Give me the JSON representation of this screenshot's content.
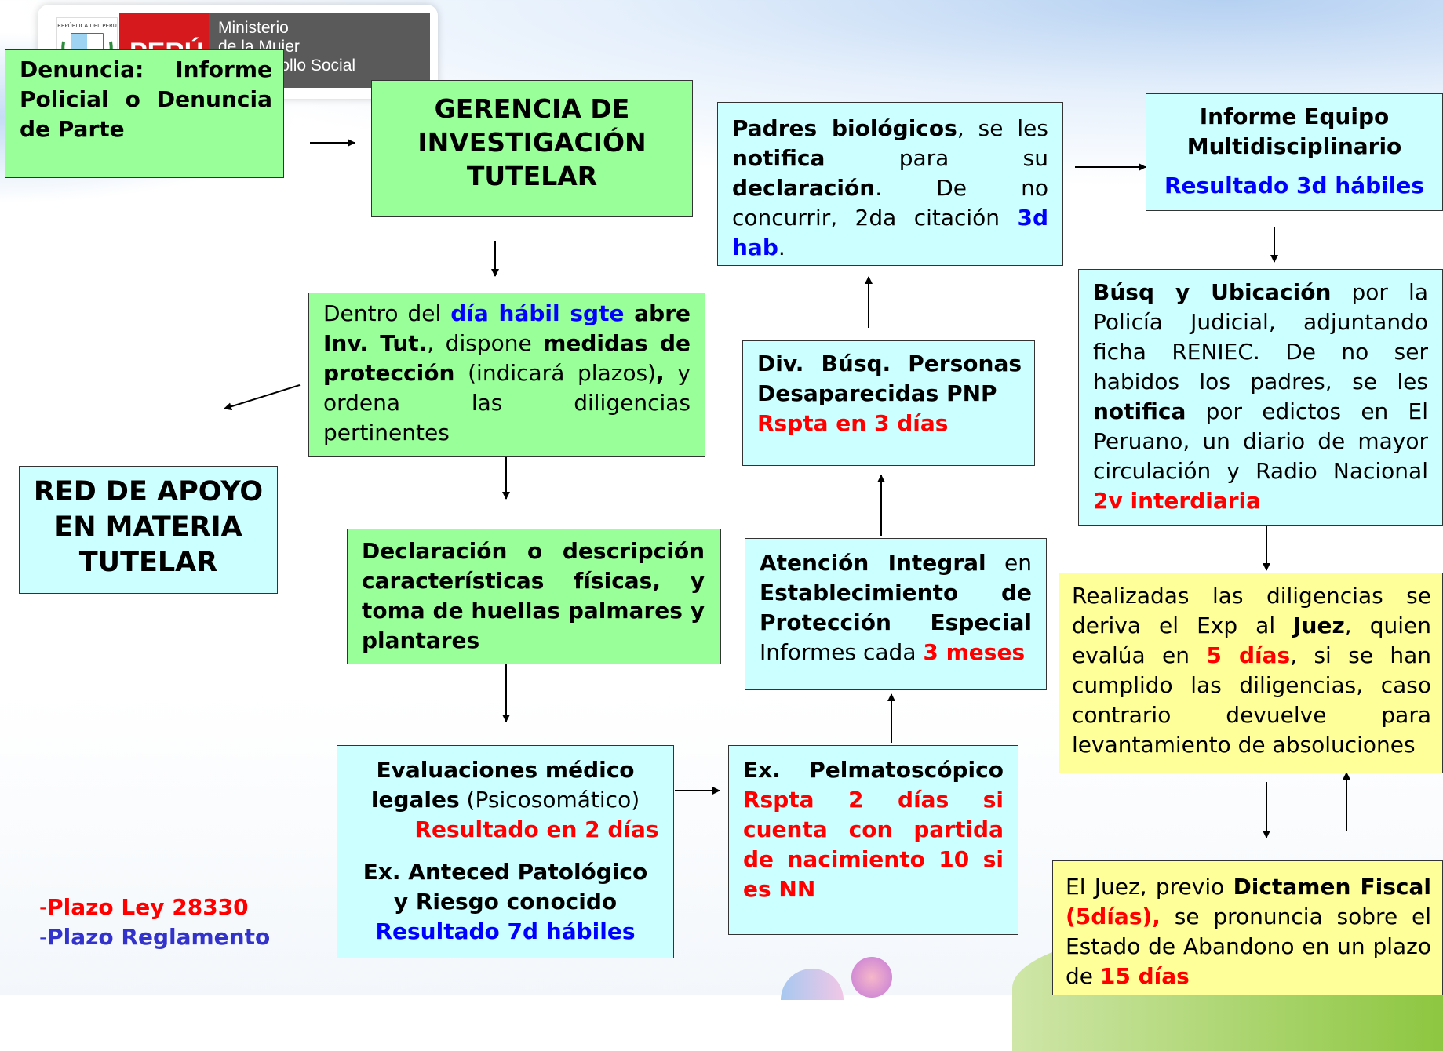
{
  "logo": {
    "country": "PERÚ",
    "ministry_line1": "Ministerio",
    "ministry_line2": "de la Mujer",
    "ministry_line3": "y Desarrollo Social",
    "shield_label": "REPÚBLICA DEL PERÚ"
  },
  "boxes": {
    "denuncia": {
      "text": "Denuncia: Informe Policial o Denuncia de Parte"
    },
    "gerencia": {
      "text": "GERENCIA DE INVESTIGACIÓN TUTELAR"
    },
    "red_apoyo": {
      "text": "RED DE APOYO EN MATERIA TUTELAR"
    },
    "dentro": {
      "t1": "Dentro del ",
      "t2": "día hábil sgte",
      "t3": " abre ",
      "t4": "Inv. Tut.",
      "t5": ", dispone ",
      "t6": "medidas de protección",
      "t7": " (indicará plazos)",
      "t8": ",",
      "t9": " y ordena las diligencias pertinentes"
    },
    "declaracion": {
      "text": "Declaración o descripción características físicas, y toma de huellas palmares y plantares"
    },
    "evaluaciones": {
      "t1": "Evaluaciones médico legales",
      "t2": " (Psicosomático)",
      "t3": "Resultado en 2 días",
      "t4": "Ex. Anteced Patológico y Riesgo conocido",
      "t5": "Resultado 7d hábiles"
    },
    "pelmatoscopico": {
      "t1": "Ex. Pelmatoscópico",
      "t2": "Rspta 2 días si cuenta con partida de nacimiento 10 si es NN"
    },
    "atencion": {
      "t1": "Atención Integral",
      "t2": " en ",
      "t3": "Establecimiento de Protección Especial",
      "t4": " Informes cada ",
      "t5": "3 meses"
    },
    "div_busq": {
      "t1": "Div. Búsq. Personas Desaparecidas PNP",
      "t2": "Rspta en 3 días"
    },
    "padres": {
      "t1": "Padres biológicos",
      "t2": ", se les ",
      "t3": "notifica",
      "t4": " para su ",
      "t5": "declaración",
      "t6": ". De no concurrir, 2da citación ",
      "t7": "3d hab",
      "t8": "."
    },
    "informe_equipo": {
      "t1": "Informe Equipo Multidisciplinario",
      "t2": "Resultado 3d hábiles"
    },
    "busq_ubicacion": {
      "t1": "Búsq y Ubicación",
      "t2": " por la Policía Judicial, adjuntando ficha RENIEC. De no ser habidos los padres, se les ",
      "t3": "notifica",
      "t4": " por edictos en El Peruano, un diario de mayor circulación y Radio Nacional ",
      "t5": "2v interdiaria"
    },
    "realizadas": {
      "t1": "Realizadas las diligencias se deriva el Exp al ",
      "t2": "Juez",
      "t3": ", quien evalúa en ",
      "t4": "5 días",
      "t5": ", si se han cumplido las diligencias, caso contrario devuelve para levantamiento de absoluciones"
    },
    "juez": {
      "t1": "El Juez, previo ",
      "t2": "Dictamen Fiscal",
      "t3": " (5días),",
      "t4": " se pronuncia sobre el Estado de Abandono en un plazo de ",
      "t5": "15 días"
    }
  },
  "legend": {
    "ley_dash": "-",
    "ley": "Plazo Ley 28330",
    "reg_dash": "-",
    "reg": "Plazo Reglamento"
  },
  "colors": {
    "green_box": "#99ff99",
    "cyan_box": "#ccffff",
    "yellow_box": "#ffff99",
    "red_text": "#ff0000",
    "blue_text": "#0000ff",
    "legend_blue": "#3333cc"
  }
}
